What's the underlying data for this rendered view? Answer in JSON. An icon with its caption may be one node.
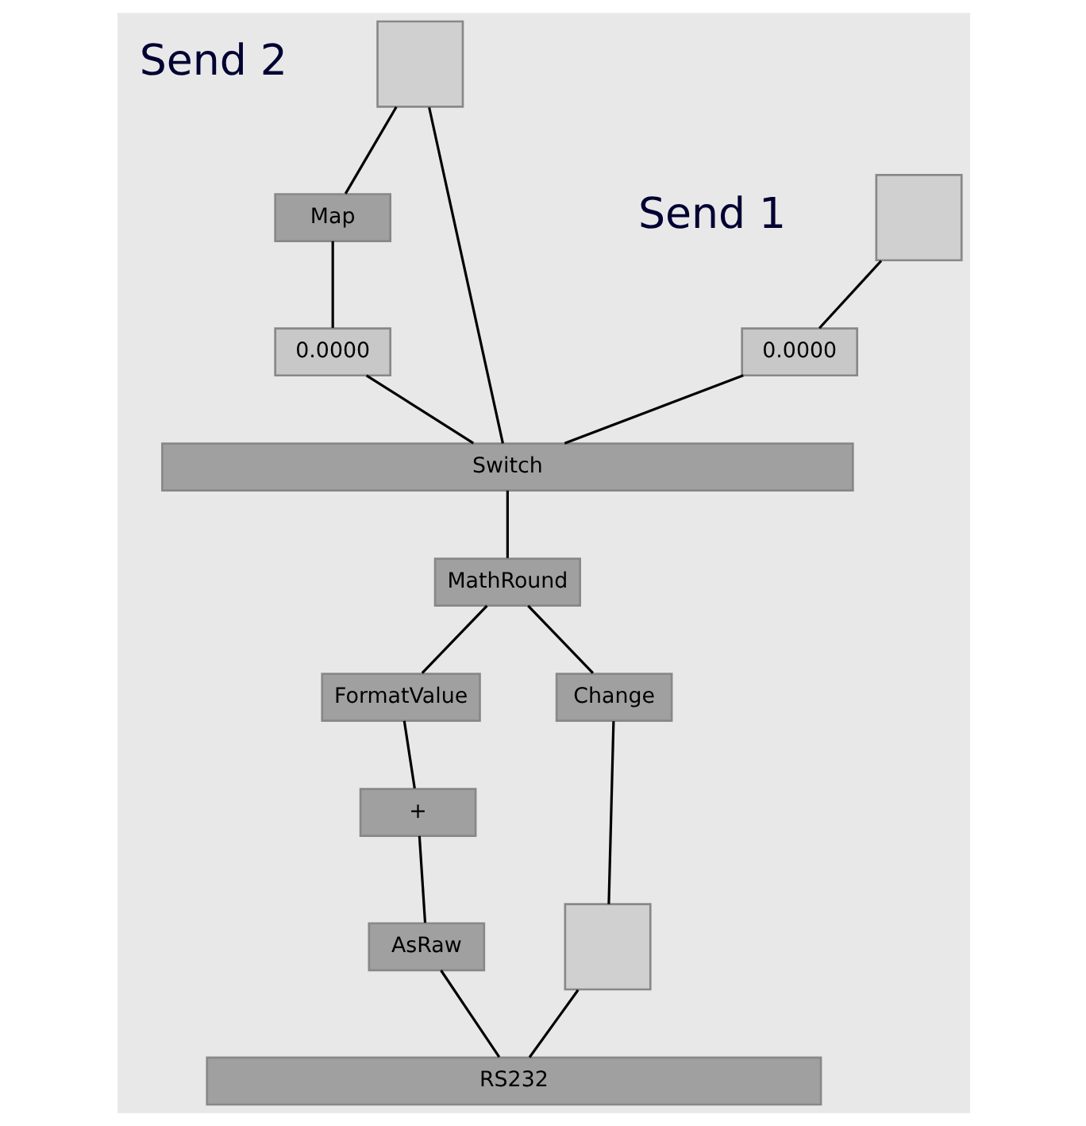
{
  "diagram": {
    "nodes": [
      {
        "text": [],
        "shape": "box"
      },
      {
        "text": [
          "Map"
        ]
      },
      {
        "text": [],
        "shape": "box"
      },
      {
        "text": [
          "0.0000"
        ]
      },
      {
        "text": [
          "0.0000"
        ]
      },
      {
        "text": [
          "Switch"
        ]
      },
      {
        "text": [
          "MathRound"
        ]
      },
      {
        "text": [
          "FormatValue"
        ]
      },
      {
        "text": [
          "Change"
        ]
      },
      {
        "text": [
          "+"
        ]
      },
      {
        "text": [],
        "shape": "box"
      },
      {
        "text": [
          "AsRaw"
        ]
      },
      {
        "text": [
          "RS232"
        ]
      }
    ],
    "edges": [
      {
        "from": 0,
        "to": 5,
        "arrow": "none"
      },
      {
        "from": 0,
        "to": 1,
        "arrow": "none"
      },
      {
        "from": 2,
        "to": 3,
        "arrow": "none"
      },
      {
        "from": 1,
        "to": 4,
        "arrow": "none"
      },
      {
        "from": 3,
        "to": 5,
        "arrow": "none"
      },
      {
        "from": 4,
        "to": 5,
        "arrow": "none"
      },
      {
        "from": 5,
        "to": 6,
        "arrow": "none"
      },
      {
        "from": 6,
        "to": 7,
        "arrow": "none"
      },
      {
        "from": 6,
        "to": 8,
        "arrow": "none"
      },
      {
        "from": 7,
        "to": 9,
        "arrow": "none"
      },
      {
        "from": 9,
        "to": 11,
        "arrow": "none"
      },
      {
        "from": 8,
        "to": 10,
        "arrow": "none"
      },
      {
        "from": 11,
        "to": 12,
        "arrow": "none"
      },
      {
        "from": 10,
        "to": 12,
        "arrow": "none"
      }
    ],
    "labels": [
      "Send 2",
      "Send 1"
    ]
  }
}
